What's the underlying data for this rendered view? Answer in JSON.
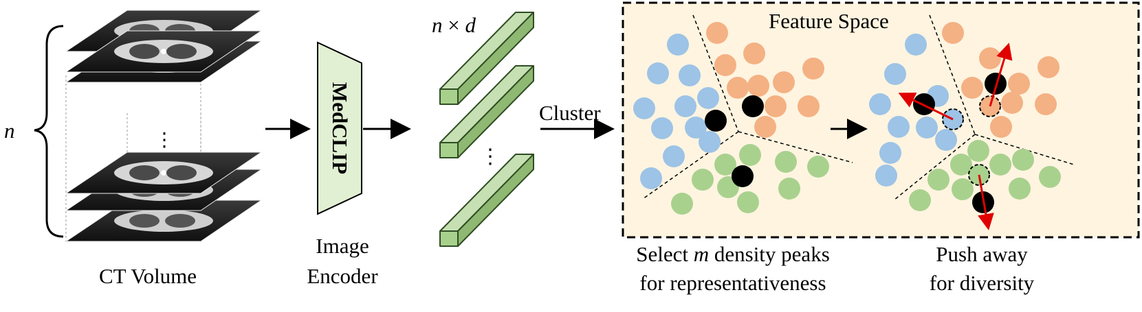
{
  "left": {
    "n_label": "n",
    "stack_dots": "⋮",
    "caption": "CT Volume"
  },
  "encoder": {
    "name": "MedCLIP",
    "caption_line1": "Image",
    "caption_line2": "Encoder",
    "fill_color": "#e1f0d3"
  },
  "features": {
    "label_n": "n",
    "label_times": "×",
    "label_d": "d",
    "dots": "⋮",
    "bar_color": "#a8d08d"
  },
  "cluster_label": "Cluster",
  "feature_space": {
    "title": "Feature Space",
    "background": "#fef4e0",
    "cluster_colors": {
      "blue": "#9dc3e6",
      "orange": "#f4b183",
      "green": "#a9d18e"
    },
    "peak_color": "#000000",
    "arrow_color": "#e00000"
  },
  "captions": {
    "left_line1_a": "Select ",
    "left_line1_m": "m",
    "left_line1_b": " density peaks",
    "left_line2": "for representativeness",
    "right_line1": "Push away",
    "right_line2": "for diversity"
  }
}
